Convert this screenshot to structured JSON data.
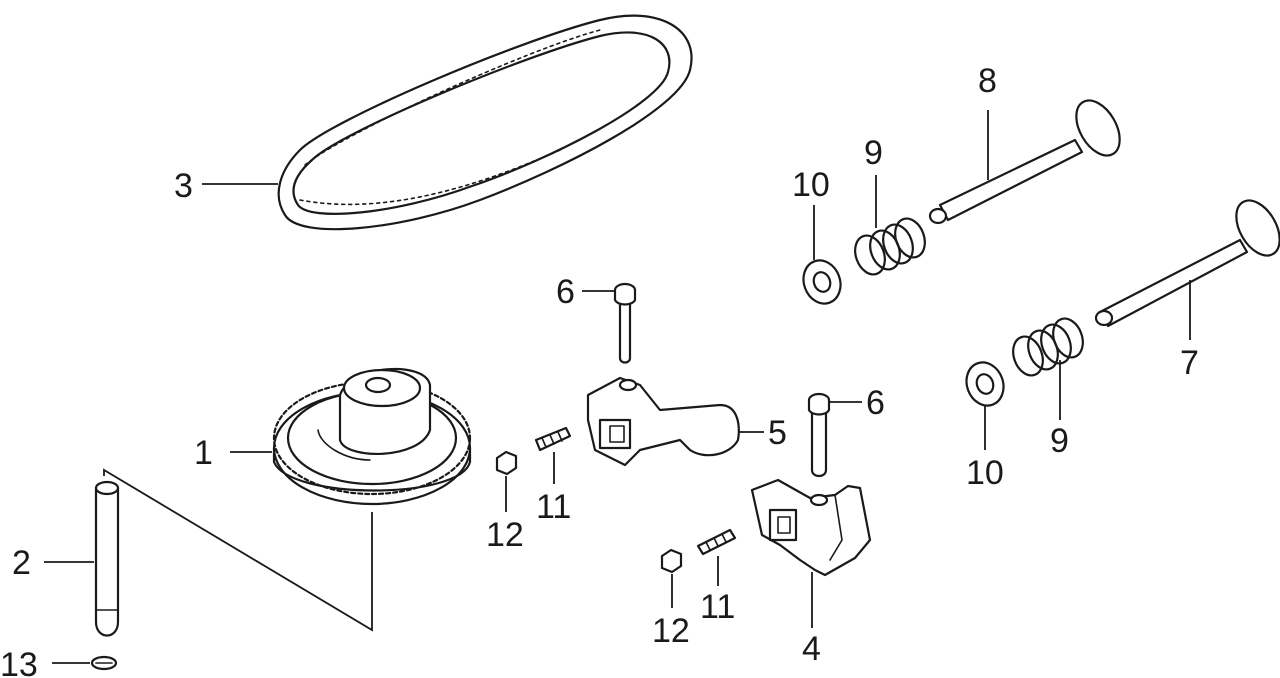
{
  "callouts": {
    "c1": "1",
    "c2": "2",
    "c3": "3",
    "c4": "4",
    "c5": "5",
    "c6a": "6",
    "c6b": "6",
    "c7": "7",
    "c8": "8",
    "c9a": "9",
    "c9b": "9",
    "c10a": "10",
    "c10b": "10",
    "c11a": "11",
    "c11b": "11",
    "c12a": "12",
    "c12b": "12",
    "c13": "13"
  }
}
